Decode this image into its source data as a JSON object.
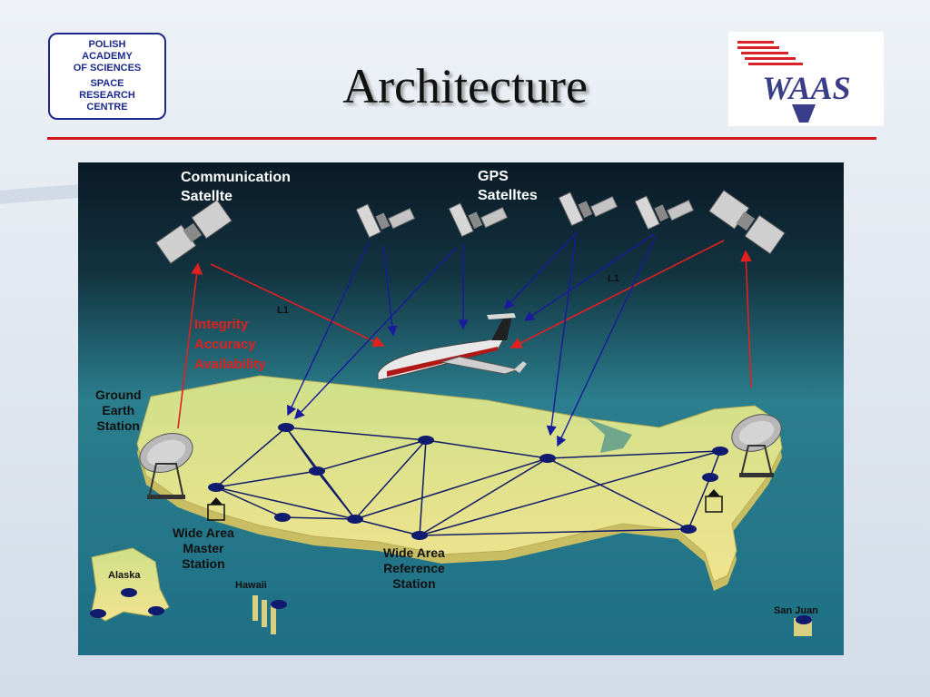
{
  "slide": {
    "title": "Architecture",
    "accent_color": "#d4141b"
  },
  "logo_left": {
    "lines_top": [
      "POLISH",
      "ACADEMY",
      "OF SCIENCES"
    ],
    "lines_bottom": [
      "SPACE",
      "RESEARCH",
      "CENTRE"
    ],
    "color": "#1b2a8a"
  },
  "logo_right": {
    "text": "WAAS"
  },
  "diagram": {
    "communication_satellite": [
      "Communication",
      "Satellte"
    ],
    "gps_satellites": [
      "GPS",
      "Satelltes"
    ],
    "signal_left": "L1",
    "signal_right": "L1",
    "service_lines": [
      "Integrity",
      "Accuracy",
      "Availability"
    ],
    "ground_earth_station": [
      "Ground",
      "Earth",
      "Station"
    ],
    "master_station": [
      "Wide Area",
      "Master",
      "Station"
    ],
    "reference_station": [
      "Wide Area",
      "Reference",
      "Station"
    ],
    "alaska": "Alaska",
    "hawaii": "Hawaii",
    "san_juan": "San Juan",
    "colors": {
      "signal_blue": "#1a1a9c",
      "signal_red": "#e1201f",
      "land": "#e6e08e",
      "node": "#101a6e"
    }
  }
}
